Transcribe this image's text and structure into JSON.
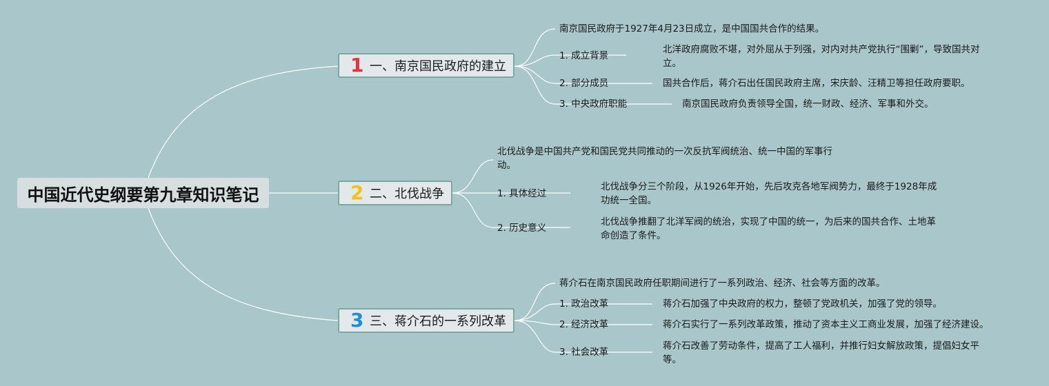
{
  "root": {
    "title": "中国近代史纲要第九章知识笔记"
  },
  "branches": [
    {
      "number": "1",
      "number_color": "#e2343f",
      "label": "一、南京国民政府的建立",
      "summary": "南京国民政府于1927年4月23日成立，是中国国共合作的结果。",
      "items": [
        {
          "label": "1. 成立背景",
          "detail": "北洋政府腐败不堪，对外屈从于列强，对内对共产党执行“围剿”，导致国共对立。"
        },
        {
          "label": "2. 部分成员",
          "detail": "国共合作后，蒋介石出任国民政府主席，宋庆龄、汪精卫等担任政府要职。"
        },
        {
          "label": "3. 中央政府职能",
          "detail": "南京国民政府负责领导全国，统一财政、经济、军事和外交。"
        }
      ]
    },
    {
      "number": "2",
      "number_color": "#f2c21b",
      "label": "二、北伐战争",
      "summary": "北伐战争是中国共产党和国民党共同推动的一次反抗军阀统治、统一中国的军事行动。",
      "items": [
        {
          "label": "1. 具体经过",
          "detail": "北伐战争分三个阶段，从1926年开始，先后攻克各地军阀势力，最终于1928年成功统一全国。"
        },
        {
          "label": "2. 历史意义",
          "detail": "北伐战争推翻了北洋军阀的统治，实现了中国的统一，为后来的国共合作、土地革命创造了条件。"
        }
      ]
    },
    {
      "number": "3",
      "number_color": "#1e8fd8",
      "label": "三、蒋介石的一系列改革",
      "summary": "蒋介石在南京国民政府任职期间进行了一系列政治、经济、社会等方面的改革。",
      "items": [
        {
          "label": "1. 政治改革",
          "detail": "蒋介石加强了中央政府的权力，整顿了党政机关，加强了党的领导。"
        },
        {
          "label": "2. 经济改革",
          "detail": "蒋介石实行了一系列改革政策，推动了资本主义工商业发展，加强了经济建设。"
        },
        {
          "label": "3. 社会改革",
          "detail": "蒋介石改善了劳动条件，提高了工人福利，并推行妇女解放政策，提倡妇女平等。"
        }
      ]
    }
  ]
}
